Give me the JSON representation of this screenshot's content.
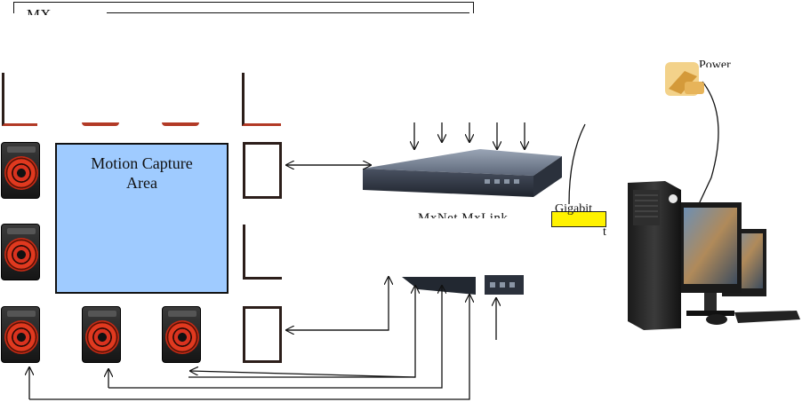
{
  "header": {
    "title_fragment": "MX"
  },
  "capture_area": {
    "line1": "Motion Capture",
    "line2": "Area"
  },
  "labels": {
    "power": "Power",
    "gigabit": "Gigabit",
    "gigabit_tail": "t",
    "net_link": "MxNet MxLink"
  },
  "colors": {
    "capture_area": "#9fcbff",
    "highlight": "#fff200",
    "camera_ring": "#d9321f"
  }
}
